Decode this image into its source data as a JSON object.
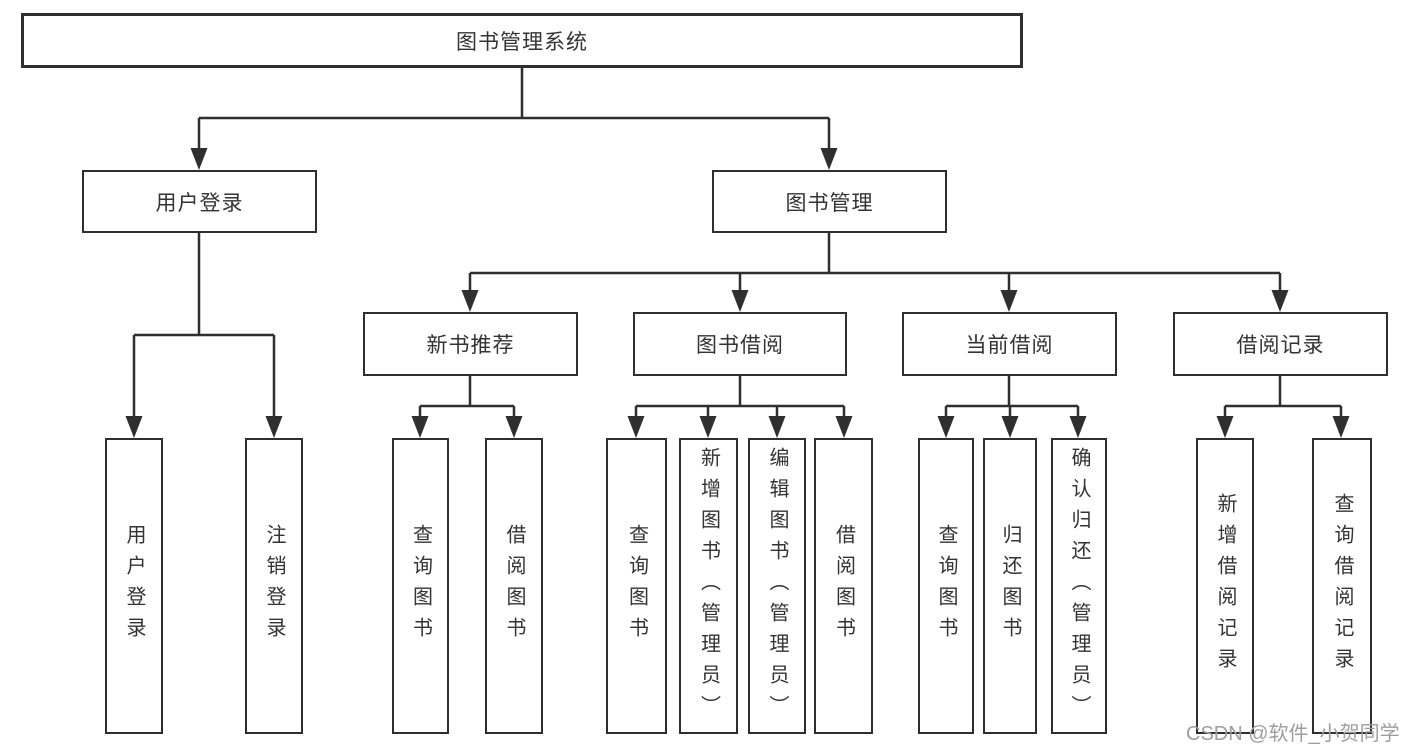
{
  "diagram": {
    "root": {
      "label": "图书管理系统"
    },
    "level1": [
      {
        "label": "用户登录"
      },
      {
        "label": "图书管理"
      }
    ],
    "level2": [
      {
        "label": "新书推荐"
      },
      {
        "label": "图书借阅"
      },
      {
        "label": "当前借阅"
      },
      {
        "label": "借阅记录"
      }
    ],
    "leaves": [
      {
        "label": "用户登录"
      },
      {
        "label": "注销登录"
      },
      {
        "label": "查询图书"
      },
      {
        "label": "借阅图书"
      },
      {
        "label": "查询图书"
      },
      {
        "label": "新增图书（管理员）"
      },
      {
        "label": "编辑图书（管理员）"
      },
      {
        "label": "借阅图书"
      },
      {
        "label": "查询图书"
      },
      {
        "label": "归还图书"
      },
      {
        "label": "确认归还（管理员）"
      },
      {
        "label": "新增借阅记录"
      },
      {
        "label": "查询借阅记录"
      }
    ]
  },
  "watermark": {
    "text": "CSDN @软件_小贺同学"
  },
  "colors": {
    "line": "#2f2f2f",
    "text": "#333333",
    "watermark": "#9e9e9e",
    "background": "#ffffff"
  }
}
